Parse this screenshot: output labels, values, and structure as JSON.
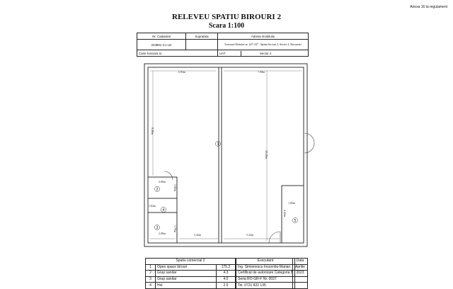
{
  "annex_label": "Anexa 16 la regulament",
  "title": "RELEVEU SPATIU BIROURI 2",
  "scale": "Scara 1:100",
  "info_table": {
    "h_cadastral": "Nr. Cadastral",
    "h_surface": "Suprafata",
    "h_address": "Adresa imobilului",
    "cadastral_value": "243851-C1-U2",
    "address_value": "Soseaua Oltenitei nr. 227-237 , Spatiu birouri 2, Sector 4, Bucuresti",
    "land_book_label": "Carte funciara nr.",
    "uat_label": "UAT",
    "uat_value": "Sector 4"
  },
  "plan": {
    "dims": {
      "top_left": "6.93m",
      "top_right": "7.00m",
      "left_vertical": "8.48m",
      "right_vertical": "16.28m",
      "wc1_width": "2.00m",
      "wc1_height": "1.82m",
      "wc_small": "1.62m",
      "wc2_width": "2.00m",
      "wc2_height": "1.70m",
      "bottom_mid": "3.42m",
      "bottom_right": "5.22m",
      "closet_width": "1.82m",
      "closet_height": "4.42m"
    },
    "room_numbers": [
      "1",
      "2",
      "3",
      "4",
      "5"
    ]
  },
  "rooms_table": {
    "title": "Spatiu comercial 2",
    "rows": [
      {
        "nr": "1",
        "name": "Open space birouri",
        "area": "175.2"
      },
      {
        "nr": "2",
        "name": "Grup sanitar",
        "area": "4.3"
      },
      {
        "nr": "3",
        "name": "Grup sanitar",
        "area": "4.0"
      },
      {
        "nr": "4",
        "name": "Hol",
        "area": "2.5"
      }
    ]
  },
  "executant": {
    "title": "Executant",
    "lines": [
      "Ing. Simionescu Inocentiu-Marian",
      "Certificat de autorizare Categoria B",
      "Seria RO-GR-F Nr. 0037",
      "Tel. 0721 822 135"
    ]
  },
  "date": {
    "title": "Data",
    "month": "Aprilie",
    "year": "2023"
  }
}
